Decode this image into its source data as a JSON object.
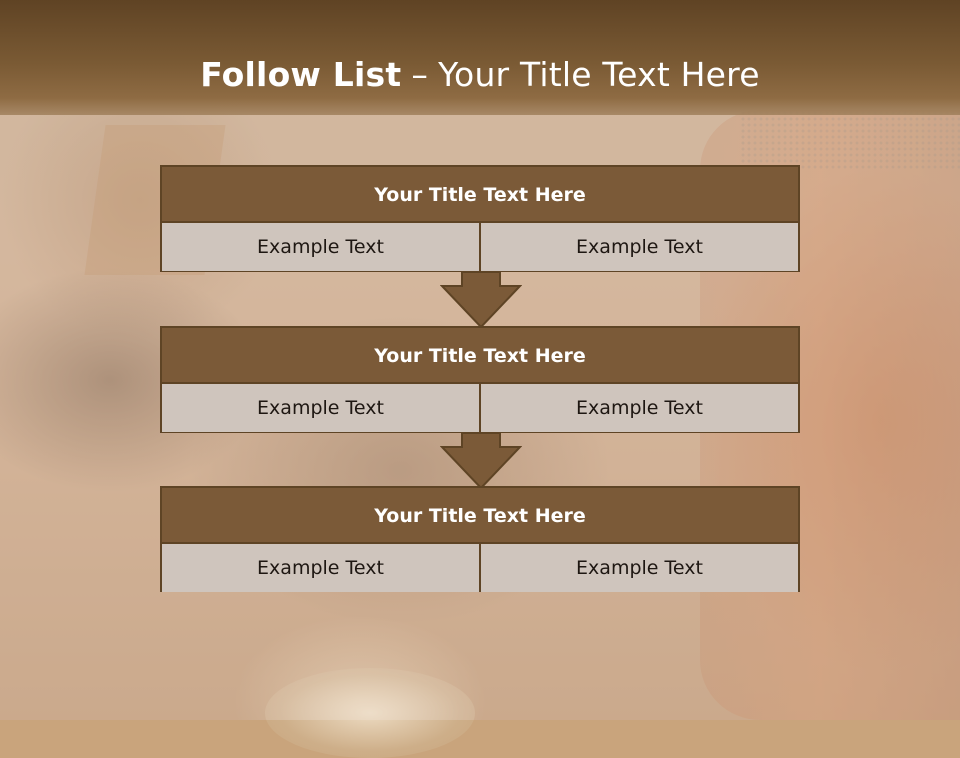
{
  "slide": {
    "title_bold": "Follow List",
    "title_sep": "–",
    "title_rest": "Your Title Text Here"
  },
  "blocks": [
    {
      "title": "Your Title Text Here",
      "left": "Example Text",
      "right": "Example Text"
    },
    {
      "title": "Your Title Text Here",
      "left": "Example Text",
      "right": "Example Text"
    },
    {
      "title": "Your Title Text Here",
      "left": "Example Text",
      "right": "Example Text"
    }
  ],
  "colors": {
    "header": "#7a5a34",
    "block_head": "#7b5a38",
    "block_cell": "#cfc5bd",
    "border": "#5e4425",
    "arrow": "#7b5a38"
  },
  "icons": [
    "down-arrow-icon"
  ]
}
